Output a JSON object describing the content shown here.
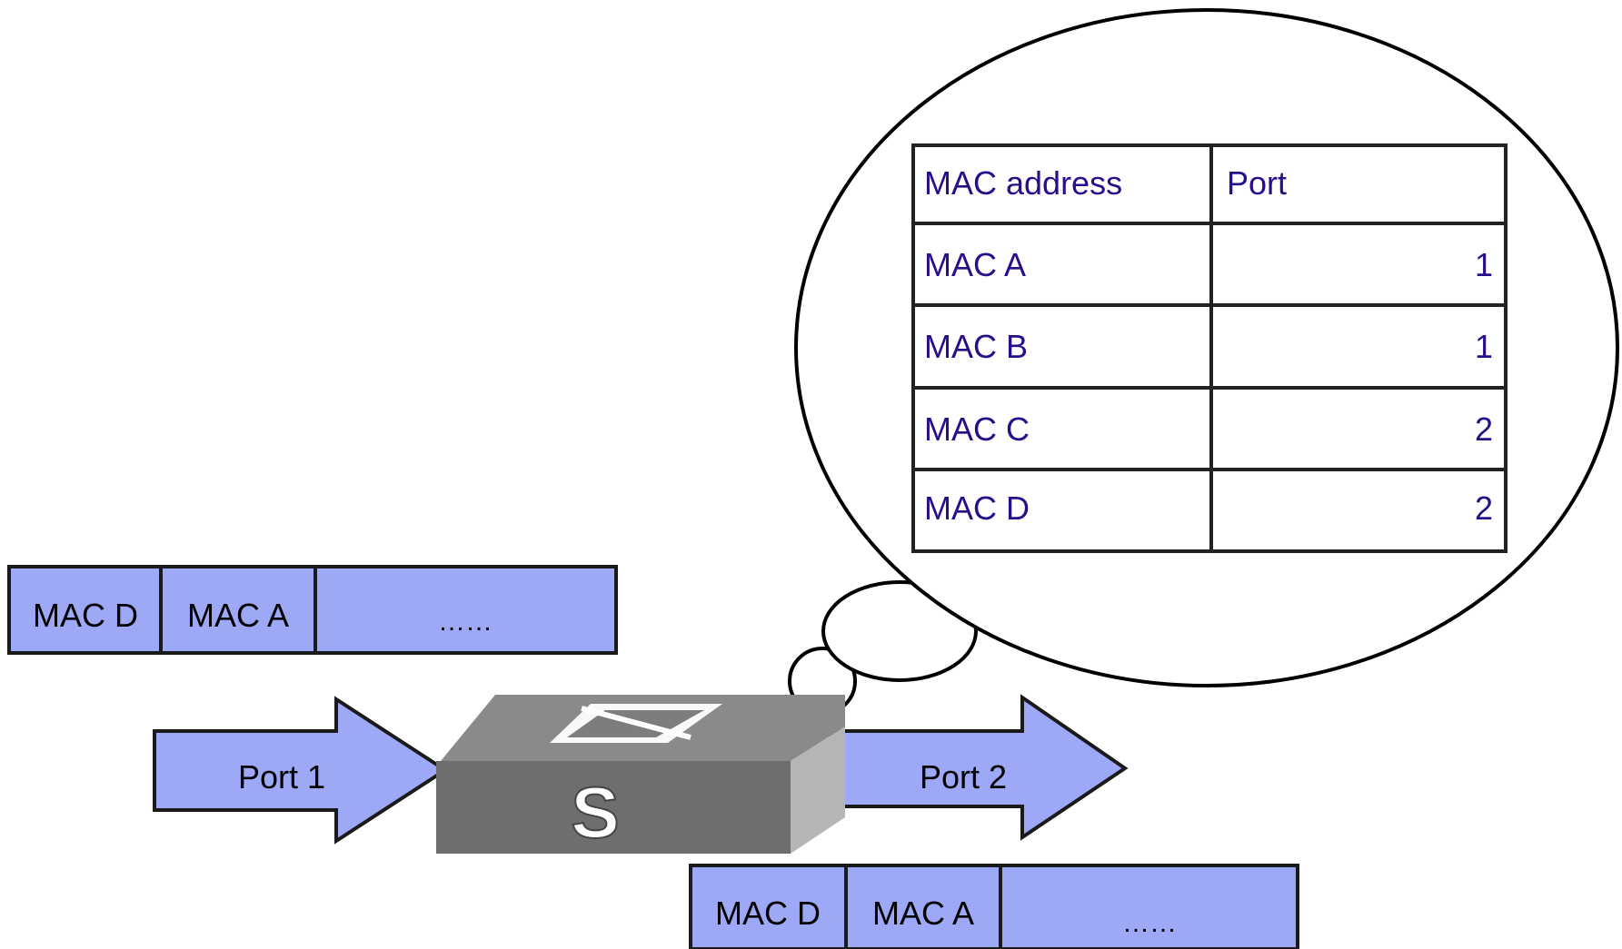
{
  "colors": {
    "frame_fill": "#9da8f6",
    "frame_border": "#1a1a1a",
    "table_text": "#2a0d8a",
    "frame_text": "#000000",
    "switch_top": "#8a8a8a",
    "switch_front": "#6e6e6e",
    "switch_side": "#b5b5b5"
  },
  "incoming_frame": {
    "destination": "MAC D",
    "source": "MAC A",
    "payload": "……"
  },
  "outgoing_frame": {
    "destination": "MAC D",
    "source": "MAC A",
    "payload": "……"
  },
  "ports": {
    "in_label": "Port 1",
    "out_label": "Port 2"
  },
  "switch": {
    "front_letter": "S",
    "top_icon": "crossed-arrows-icon"
  },
  "mac_table": {
    "headers": {
      "mac": "MAC address",
      "port": "Port"
    },
    "rows": [
      {
        "mac": "MAC A",
        "port": "1"
      },
      {
        "mac": "MAC B",
        "port": "1"
      },
      {
        "mac": "MAC C",
        "port": "2"
      },
      {
        "mac": "MAC D",
        "port": "2"
      }
    ]
  }
}
